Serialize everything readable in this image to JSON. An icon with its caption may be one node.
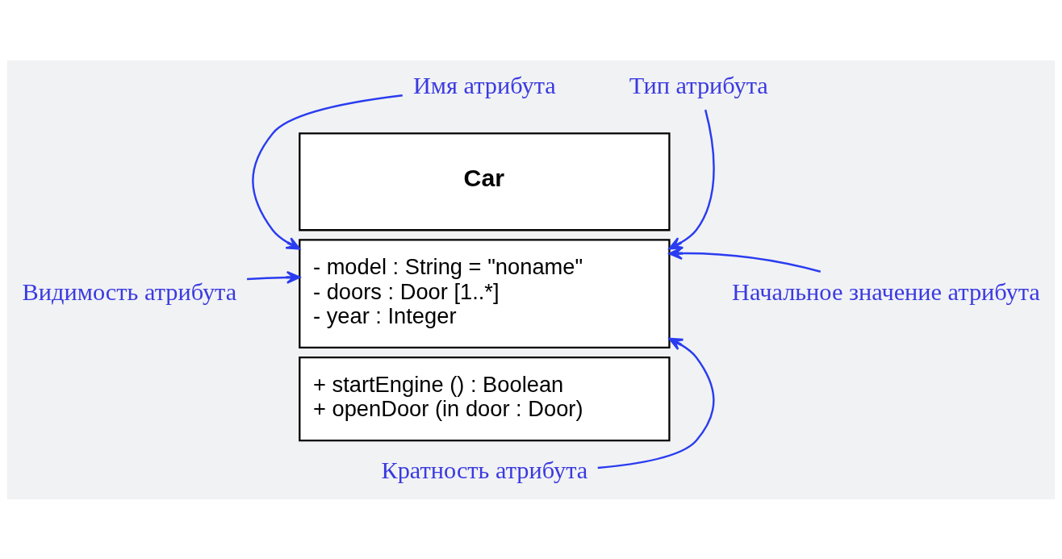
{
  "diagram": {
    "nodes": [
      {
        "text": [
          "Car"
        ]
      },
      {
        "text": [
          "- model : String = \"noname\"",
          "- doors : Door [1..*]",
          "- year : Integer"
        ]
      },
      {
        "text": [
          "+ startEngine () : Boolean",
          "+ openDoor (in door : Door)"
        ]
      },
      {
        "text": [
          "Имя атрибута"
        ]
      },
      {
        "text": [
          "Тип атрибута"
        ]
      },
      {
        "text": [
          "Видимость атрибута"
        ]
      },
      {
        "text": [
          "Начальное значение атрибута"
        ]
      },
      {
        "text": [
          "Кратность атрибута"
        ]
      }
    ],
    "edges": [
      {
        "from": 3,
        "to": 1,
        "arrow": "to"
      },
      {
        "from": 4,
        "to": 1,
        "arrow": "to"
      },
      {
        "from": 5,
        "to": 1,
        "arrow": "to"
      },
      {
        "from": 6,
        "to": 1,
        "arrow": "to"
      },
      {
        "from": 7,
        "to": 1,
        "arrow": "to"
      }
    ]
  }
}
